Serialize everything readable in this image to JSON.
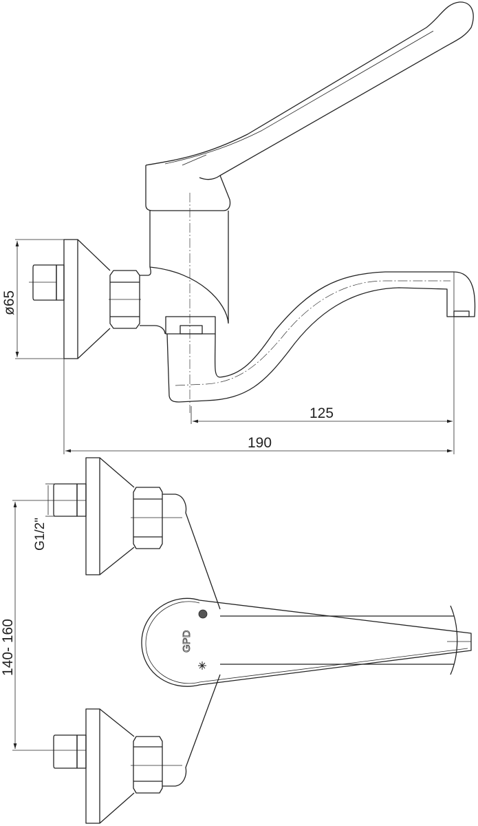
{
  "dimensions": {
    "diameter": "ø65",
    "spout_reach": "125",
    "total_length": "190",
    "thread": "G1/2\"",
    "center_distance": "140- 160"
  },
  "logo": "GPD",
  "colors": {
    "line": "#222222",
    "background": "#ffffff"
  }
}
